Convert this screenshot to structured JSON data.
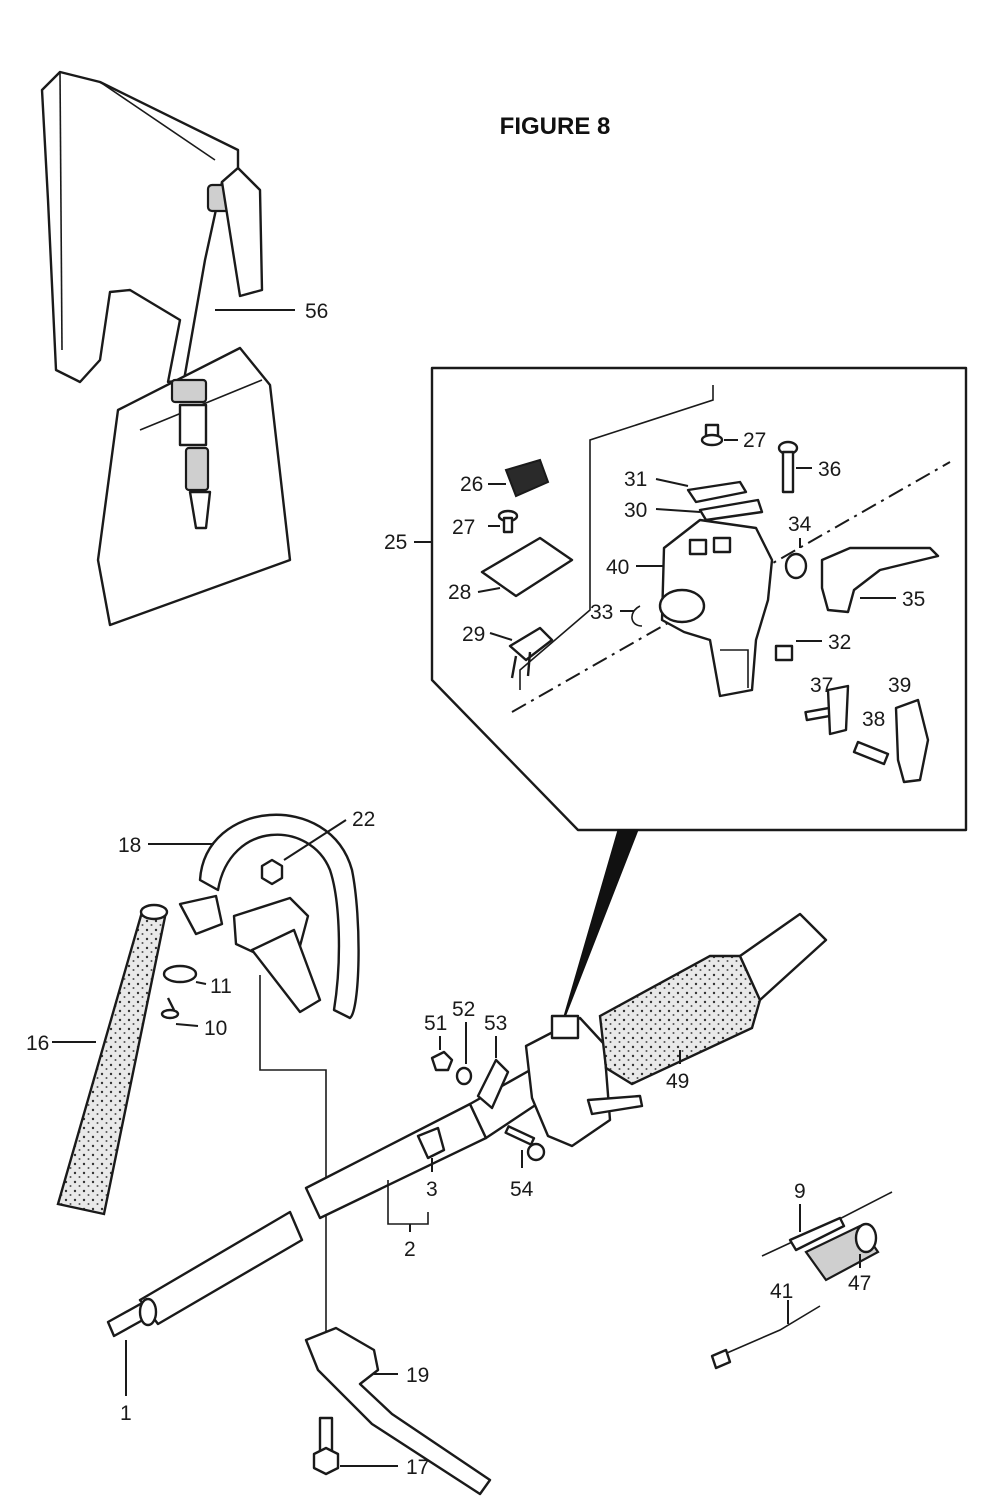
{
  "title": "FIGURE 8",
  "callouts": {
    "p1": "1",
    "p2": "2",
    "p3": "3",
    "p9": "9",
    "p10": "10",
    "p11": "11",
    "p16": "16",
    "p17": "17",
    "p18": "18",
    "p19": "19",
    "p22": "22",
    "p25": "25",
    "p26": "26",
    "p27a": "27",
    "p27b": "27",
    "p28": "28",
    "p29": "29",
    "p30": "30",
    "p31": "31",
    "p32": "32",
    "p33": "33",
    "p34": "34",
    "p35": "35",
    "p36": "36",
    "p37": "37",
    "p38": "38",
    "p39": "39",
    "p40": "40",
    "p41": "41",
    "p47": "47",
    "p49": "49",
    "p51": "51",
    "p52": "52",
    "p53": "53",
    "p54": "54",
    "p56": "56"
  }
}
